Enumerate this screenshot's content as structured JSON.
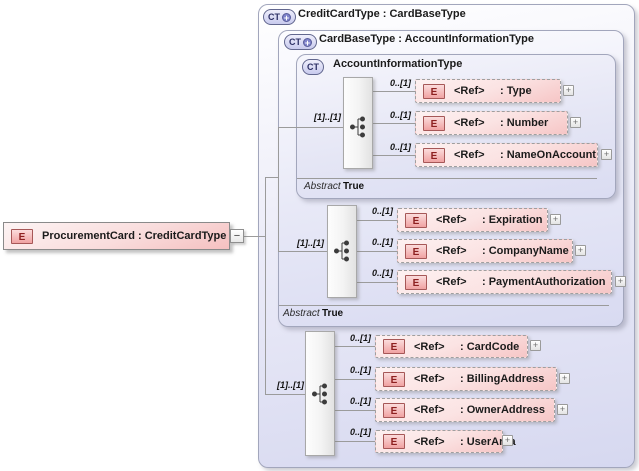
{
  "colors": {
    "element_fill": "#f5c0c0",
    "element_icon_border": "#a65757",
    "type_fill": "#d8daf1",
    "type_icon_border": "#62678e",
    "connector": "#9b9b9b"
  },
  "root_element": {
    "icon": "E",
    "label": "ProcurementCard : CreditCardType",
    "collapse_glyph": "−"
  },
  "credit_card_type": {
    "icon": "CT",
    "plus_glyph": "+",
    "title": "CreditCardType : CardBaseType",
    "group_cardinality": "[1]..[1]",
    "refs": [
      {
        "cardinality": "0..[1]",
        "icon": "E",
        "prefix": "<Ref>",
        "name": ": CardCode",
        "expand_glyph": "+"
      },
      {
        "cardinality": "0..[1]",
        "icon": "E",
        "prefix": "<Ref>",
        "name": ": BillingAddress",
        "expand_glyph": "+"
      },
      {
        "cardinality": "0..[1]",
        "icon": "E",
        "prefix": "<Ref>",
        "name": ": OwnerAddress",
        "expand_glyph": "+"
      },
      {
        "cardinality": "0..[1]",
        "icon": "E",
        "prefix": "<Ref>",
        "name": ": UserArea",
        "expand_glyph": "+"
      }
    ]
  },
  "card_base_type": {
    "icon": "CT",
    "plus_glyph": "+",
    "title": "CardBaseType : AccountInformationType",
    "abstract_label": "Abstract",
    "abstract_value": "True",
    "group_cardinality": "[1]..[1]",
    "refs": [
      {
        "cardinality": "0..[1]",
        "icon": "E",
        "prefix": "<Ref>",
        "name": ": Expiration",
        "expand_glyph": "+"
      },
      {
        "cardinality": "0..[1]",
        "icon": "E",
        "prefix": "<Ref>",
        "name": ": CompanyName",
        "expand_glyph": "+"
      },
      {
        "cardinality": "0..[1]",
        "icon": "E",
        "prefix": "<Ref>",
        "name": ": PaymentAuthorization",
        "expand_glyph": "+"
      }
    ]
  },
  "account_information_type": {
    "icon": "CT",
    "title": "AccountInformationType",
    "abstract_label": "Abstract",
    "abstract_value": "True",
    "group_cardinality": "[1]..[1]",
    "refs": [
      {
        "cardinality": "0..[1]",
        "icon": "E",
        "prefix": "<Ref>",
        "name": ": Type",
        "expand_glyph": "+"
      },
      {
        "cardinality": "0..[1]",
        "icon": "E",
        "prefix": "<Ref>",
        "name": ": Number",
        "expand_glyph": "+"
      },
      {
        "cardinality": "0..[1]",
        "icon": "E",
        "prefix": "<Ref>",
        "name": ": NameOnAccount",
        "expand_glyph": "+"
      }
    ]
  }
}
